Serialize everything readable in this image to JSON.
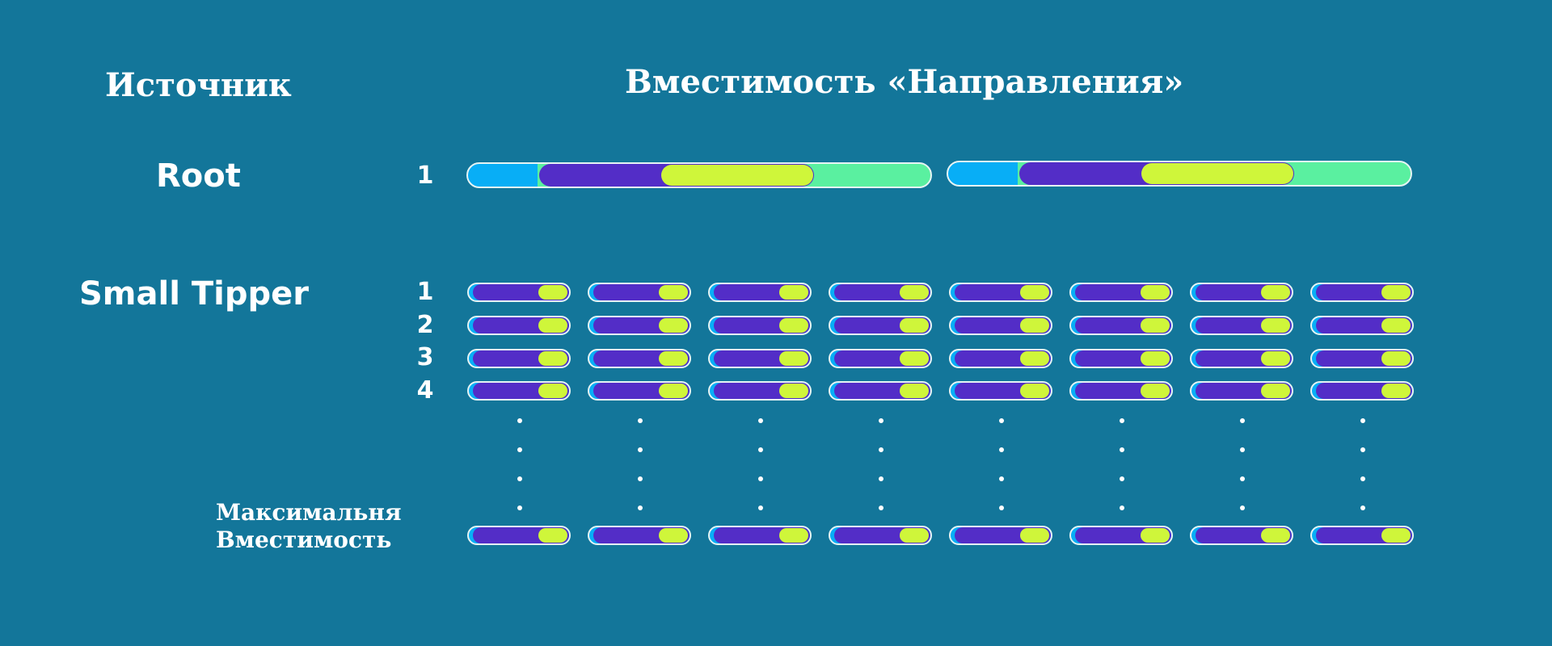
{
  "header": {
    "source_title": "Источник",
    "capacity_title": "Вместимость «Направления»"
  },
  "root": {
    "label": "Root",
    "row_number": "1"
  },
  "small_tipper": {
    "label": "Small Tipper",
    "row_numbers": [
      "1",
      "2",
      "3",
      "4"
    ]
  },
  "max_capacity": {
    "line1": "Максимальня",
    "line2": "Вместимость"
  },
  "colors": {
    "background": "#13769a",
    "segment_cyan": "#08aef6",
    "segment_purple": "#532dc7",
    "segment_lime": "#cff63a",
    "segment_green": "#5af0a0"
  }
}
